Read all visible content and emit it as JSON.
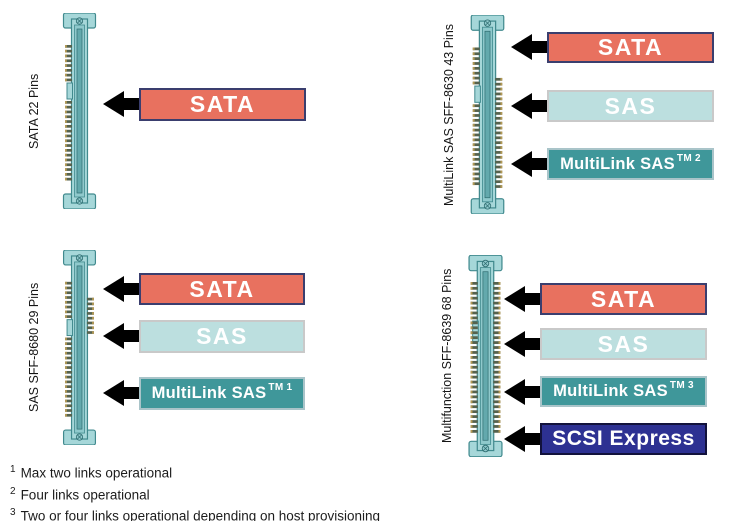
{
  "colors": {
    "sata_fill": "#e8715f",
    "sata_border": "#3a3e6e",
    "sas_fill": "#bcdfdf",
    "sas_border": "#c9c9c9",
    "ml_fill": "#3f979a",
    "ml_border": "#a9c4c9",
    "scsi_fill": "#2d3192",
    "scsi_border": "#12123c",
    "arrow": "#000000",
    "connector_body": "#a6d7d9",
    "connector_outline": "#418a8e"
  },
  "quadrants": [
    {
      "connector_label": "SATA 22 Pins",
      "bars": [
        {
          "label": "SATA"
        }
      ]
    },
    {
      "connector_label": "MultiLink SAS SFF-8630 43 Pins",
      "bars": [
        {
          "label": "SATA"
        },
        {
          "label": "SAS"
        },
        {
          "label": "MultiLink SAS",
          "sup": "TM 2"
        }
      ]
    },
    {
      "connector_label": "SAS SFF-8680 29 Pins",
      "bars": [
        {
          "label": "SATA"
        },
        {
          "label": "SAS"
        },
        {
          "label": "MultiLink SAS",
          "sup": "TM 1"
        }
      ]
    },
    {
      "connector_label": "Multifunction SFF-8639 68 Pins",
      "bars": [
        {
          "label": "SATA"
        },
        {
          "label": "SAS"
        },
        {
          "label": "MultiLink SAS",
          "sup": "TM 3"
        },
        {
          "label": "SCSI Express"
        }
      ]
    }
  ],
  "footnotes": [
    {
      "sup": "1",
      "text": "Max two links operational"
    },
    {
      "sup": "2",
      "text": "Four links operational"
    },
    {
      "sup": "3",
      "text": "Two or four links operational depending on host provisioning"
    }
  ]
}
